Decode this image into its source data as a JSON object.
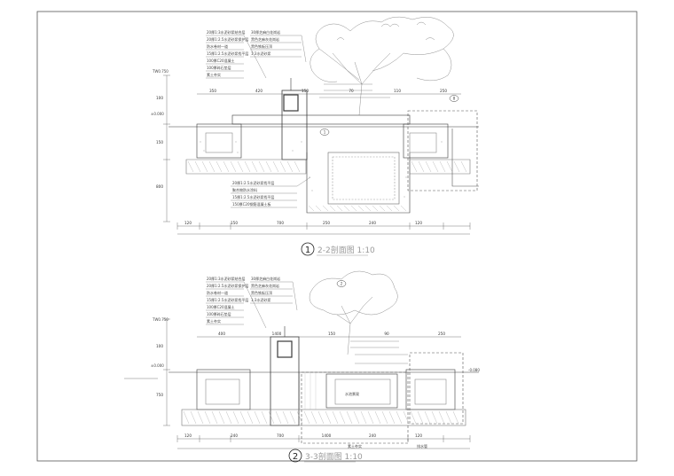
{
  "sections": [
    {
      "id": "section-2-2",
      "number": "1",
      "title": "2-2剖面图 1:10",
      "levels": [
        "TW0.750",
        "±0.000"
      ],
      "dims_top": [
        "350",
        "420",
        "150",
        "70",
        "110",
        "250"
      ],
      "dims_left": [
        "100",
        "150",
        "800"
      ],
      "dims_bottom": [
        "120",
        "150",
        "700",
        "250",
        "240",
        "120"
      ],
      "left_callouts": [
        "20厚1:3水泥砂浆结合层",
        "20厚1:2.5水泥砂浆保护层",
        "防水卷材一道",
        "15厚1:2.5水泥砂浆找平层",
        "100厚C20混凝土",
        "100厚碎石垫层",
        "素土夯实"
      ],
      "bottom_callouts": [
        "20厚1:2.5水泥砂浆找平层",
        "聚合物防水涂料",
        "15厚1:2.5水泥砂浆找平层",
        "150厚C20钢筋混凝土板"
      ],
      "top_callouts": [
        "30厚芝麻白花岗岩",
        "黑色芝麻灰花岗岩",
        "黑色铁板压顶",
        "1:3水泥砂浆"
      ]
    },
    {
      "id": "section-3-3",
      "number": "2",
      "title": "3-3剖面图 1:10",
      "levels": [
        "TW0.750",
        "±0.000",
        "-0.080"
      ],
      "dims_top": [
        "400",
        "1400",
        "150",
        "90",
        "250"
      ],
      "dims_left": [
        "100",
        "750"
      ],
      "dims_bottom": [
        "120",
        "240",
        "700",
        "1400",
        "240",
        "120"
      ],
      "left_callouts": [
        "20厚1:3水泥砂浆结合层",
        "20厚1:2.5水泥砂浆保护层",
        "防水卷材一道",
        "15厚1:2.5水泥砂浆找平层",
        "100厚C20混凝土",
        "100厚碎石垫层",
        "素土夯实"
      ],
      "top_callouts": [
        "30厚芝麻白花岗岩",
        "黑色芝麻灰花岗岩",
        "黑色铁板压顶",
        "1:3水泥砂浆"
      ],
      "tag": "2",
      "inner_label": "水池景观",
      "bottom_notes": [
        "素土夯实",
        "排水管"
      ]
    }
  ],
  "detail_tags": [
    "1",
    "8"
  ],
  "colors": {
    "line": "#3a3a3a",
    "light": "#8a8a8a",
    "hatch": "#9a9a9a",
    "frame": "#555555"
  }
}
